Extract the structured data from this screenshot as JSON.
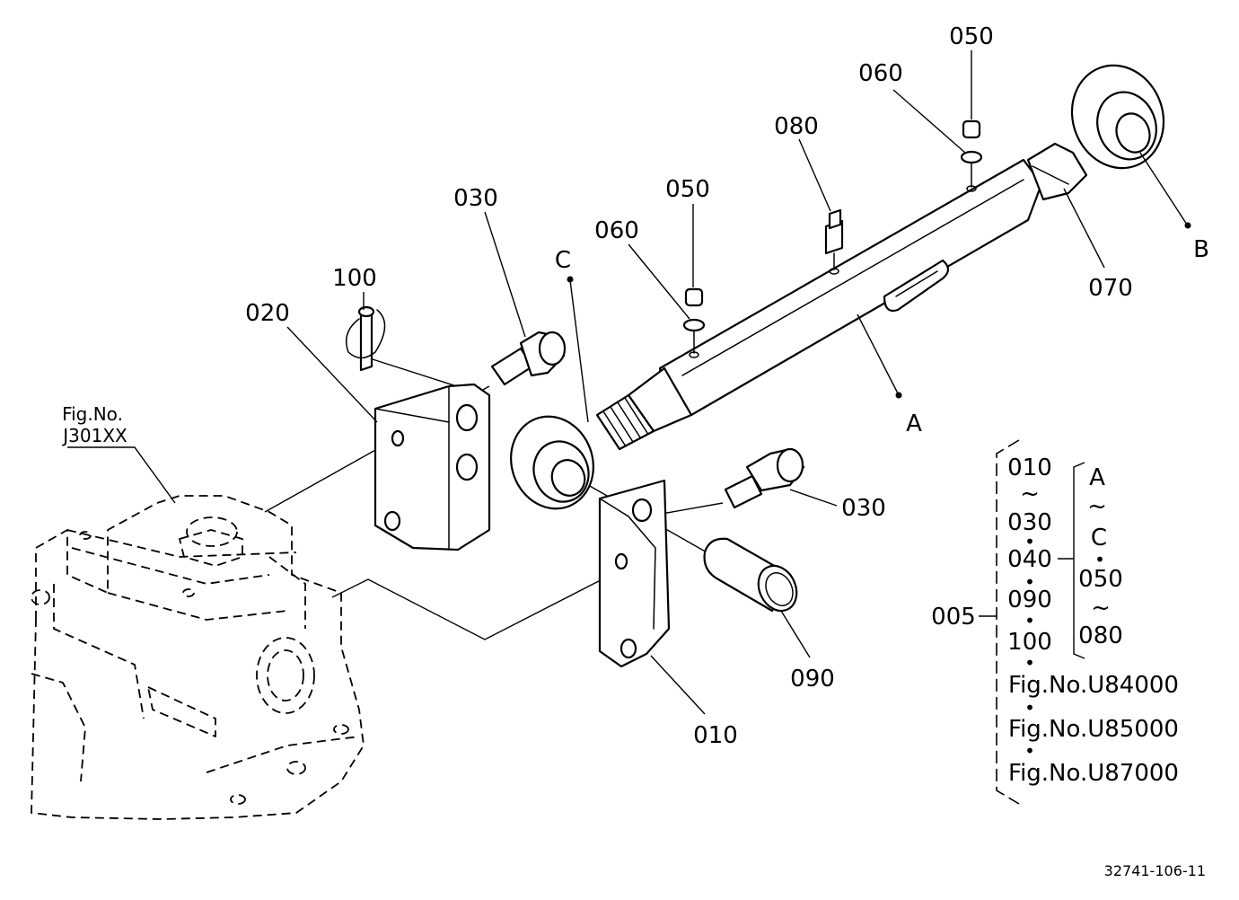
{
  "callouts": {
    "c050_top": "050",
    "c060_top": "060",
    "c080": "080",
    "c050_mid": "050",
    "c060_mid": "060",
    "c030_top": "030",
    "c100": "100",
    "c020": "020",
    "c_C": "C",
    "c_A": "A",
    "c_B": "B",
    "c070": "070",
    "c030_bot": "030",
    "c090": "090",
    "c010": "010"
  },
  "fig_ref": {
    "line1": "Fig.No.",
    "line2": "J301XX"
  },
  "assembly": {
    "code": "005",
    "left_column": [
      "010",
      "030",
      "040",
      "090",
      "100",
      "Fig.No.U84000",
      "Fig.No.U85000",
      "Fig.No.U87000"
    ],
    "right_column": [
      "A",
      "C",
      "050",
      "080"
    ],
    "range_mark": "~",
    "bullet": "•"
  },
  "footer": {
    "drawing_number": "32741-106-11"
  }
}
